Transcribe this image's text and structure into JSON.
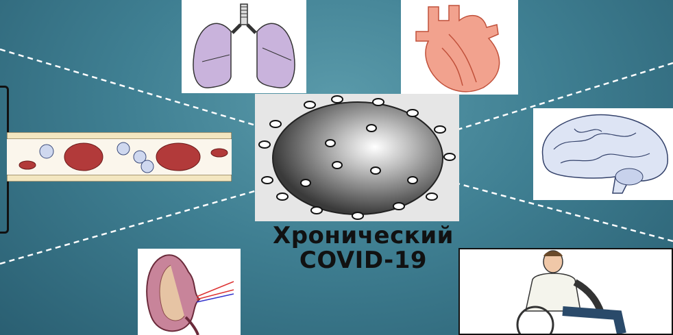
{
  "title": {
    "line1": "Хронический",
    "line2": "COVID-19"
  },
  "images": {
    "lungs": "lungs-illustration",
    "heart": "heart-illustration",
    "virus": "coronavirus-illustration",
    "blood_vessel": "blood-vessel-clots-illustration",
    "brain": "brain-illustration",
    "kidney": "kidney-illustration",
    "wheelchair": "person-in-wheelchair-illustration"
  },
  "colors": {
    "background": "#3f7f92",
    "dashed_lines": "#ffffff"
  }
}
